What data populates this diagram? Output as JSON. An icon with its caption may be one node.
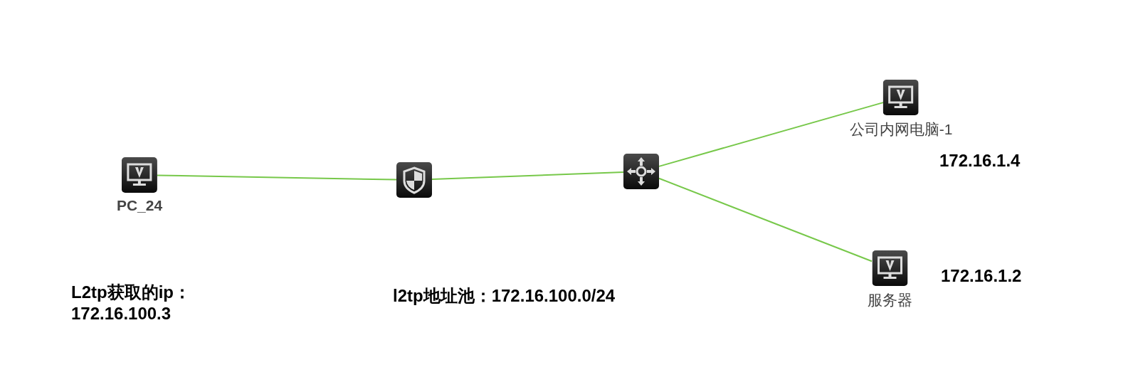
{
  "diagram": {
    "nodes": [
      {
        "text": [
          "PC_24"
        ]
      },
      {
        "text": [],
        "shape": "box"
      },
      {
        "text": [],
        "shape": "box"
      },
      {
        "text": [
          "公司内网电脑-1"
        ]
      },
      {
        "text": [
          "服务器"
        ]
      }
    ],
    "edges": [
      {
        "from": 0,
        "to": 1,
        "arrow": "none"
      },
      {
        "from": 1,
        "to": 2,
        "arrow": "none"
      },
      {
        "from": 2,
        "to": 3,
        "arrow": "none"
      },
      {
        "from": 2,
        "to": 4,
        "arrow": "none"
      }
    ],
    "labels": [
      "L2tp获取的ip： 172.16.100.3",
      "l2tp地址池：172.16.100.0/24",
      "172.16.1.4",
      "172.16.1.2"
    ]
  }
}
